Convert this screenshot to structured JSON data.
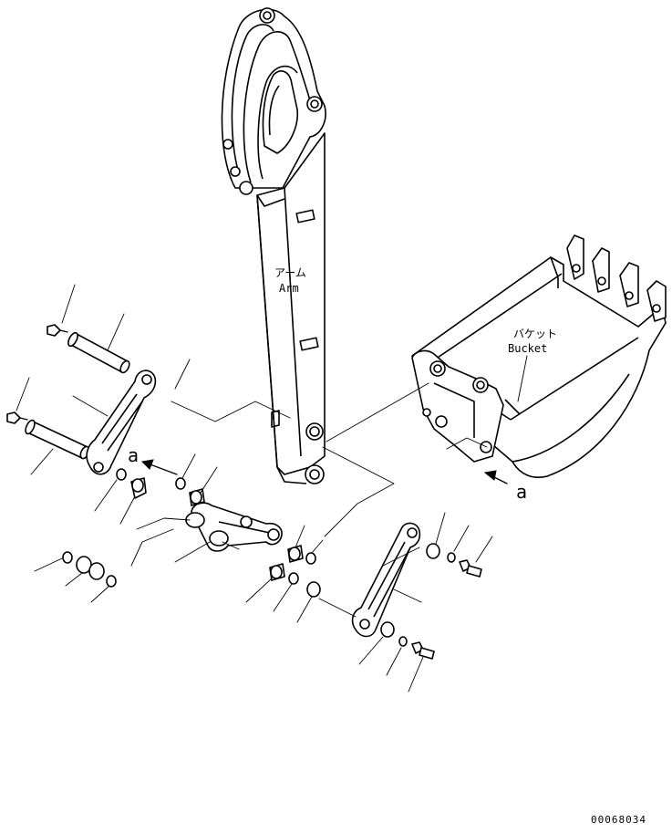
{
  "labels": {
    "arm_jp": "アーム",
    "arm_en": "Arm",
    "bucket_jp": "バケット",
    "bucket_en": "Bucket",
    "view_marker_left": "a",
    "view_marker_right": "a"
  },
  "drawing_number": "00068034"
}
